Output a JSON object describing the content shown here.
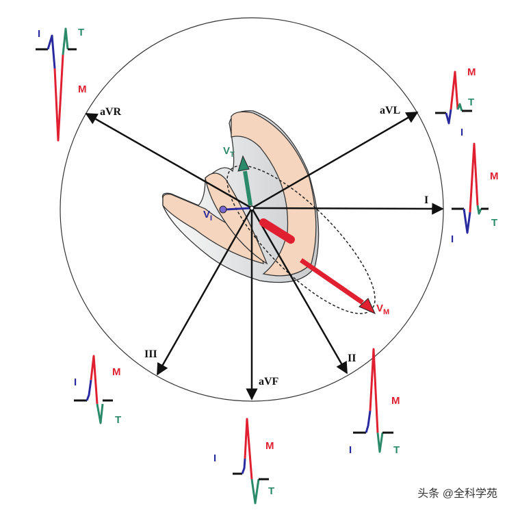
{
  "axes": {
    "aVR": "aVR",
    "aVL": "aVL",
    "I": "I",
    "II": "II",
    "III": "III",
    "aVF": "aVF"
  },
  "vectors": {
    "vt": "V",
    "vt_sub": "T",
    "vi": "V",
    "vi_sub": "I",
    "vm": "V",
    "vm_sub": "M"
  },
  "wave_labels": {
    "i": "I",
    "m": "M",
    "t": "T"
  },
  "colors": {
    "main": "#e02030",
    "terminal": "#2a8a6a",
    "initial": "#2a2aa0",
    "heart": "#f5d5bd"
  },
  "watermark": "头条 @全科学苑"
}
